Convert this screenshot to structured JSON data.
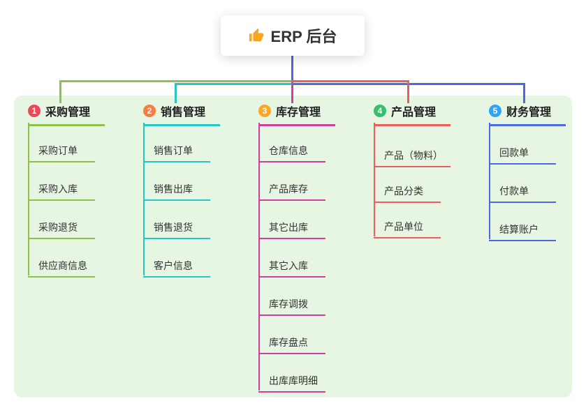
{
  "root": {
    "label": "ERP 后台",
    "icon": "thumbs-up-icon",
    "icon_color": "#f5a623"
  },
  "canvas": {
    "background": "#e6f6e2"
  },
  "branches": [
    {
      "num": "1",
      "label": "采购管理",
      "badge_color": "#ec4858",
      "line_color": "#8bc34a",
      "children": [
        "采购订单",
        "采购入库",
        "采购退货",
        "供应商信息"
      ]
    },
    {
      "num": "2",
      "label": "销售管理",
      "badge_color": "#fb7c3f",
      "line_color": "#27c5c3",
      "children": [
        "销售订单",
        "销售出库",
        "销售退货",
        "客户信息"
      ]
    },
    {
      "num": "3",
      "label": "库存管理",
      "badge_color": "#f9a825",
      "line_color": "#cf3fa2",
      "children": [
        "仓库信息",
        "产品库存",
        "其它出库",
        "其它入库",
        "库存调拨",
        "库存盘点",
        "出库库明细"
      ]
    },
    {
      "num": "4",
      "label": "产品管理",
      "badge_color": "#35c06f",
      "line_color": "#ef5b5b",
      "children": [
        "产品（物料）",
        "产品分类",
        "产品单位"
      ]
    },
    {
      "num": "5",
      "label": "财务管理",
      "badge_color": "#31a3f5",
      "line_color": "#4a69e2",
      "children": [
        "回款单",
        "付款单",
        "结算账户"
      ]
    }
  ]
}
